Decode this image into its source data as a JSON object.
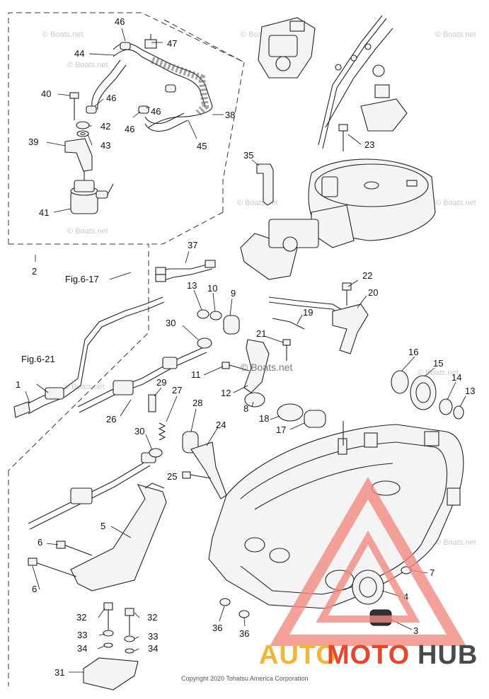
{
  "diagram": {
    "part_numbers": [
      "1",
      "2",
      "3",
      "4",
      "5",
      "6",
      "6",
      "7",
      "8",
      "9",
      "10",
      "11",
      "12",
      "13",
      "13",
      "14",
      "15",
      "16",
      "17",
      "18",
      "19",
      "20",
      "21",
      "22",
      "23",
      "24",
      "25",
      "26",
      "27",
      "28",
      "29",
      "30",
      "30",
      "31",
      "32",
      "32",
      "33",
      "33",
      "34",
      "34",
      "35",
      "36",
      "36",
      "37",
      "38",
      "39",
      "40",
      "41",
      "42",
      "43",
      "44",
      "45",
      "46",
      "46",
      "46",
      "46",
      "47"
    ],
    "references": [
      "Fig.6-17",
      "Fig.6-21"
    ],
    "watermark_text": "© Boats.net",
    "copyright": "Copyright 2020 Tohatsu America Corporation"
  },
  "brand_logo": {
    "text_auto": "AUTO",
    "text_moto": "MOTO",
    "text_hub": "HUB",
    "color_auto": "#f2b632",
    "color_moto": "#e8452c",
    "color_hub": "#4a4a4a",
    "triangle_color": "#f08a80"
  },
  "colors": {
    "background": "#ffffff",
    "line": "#222222"
  }
}
